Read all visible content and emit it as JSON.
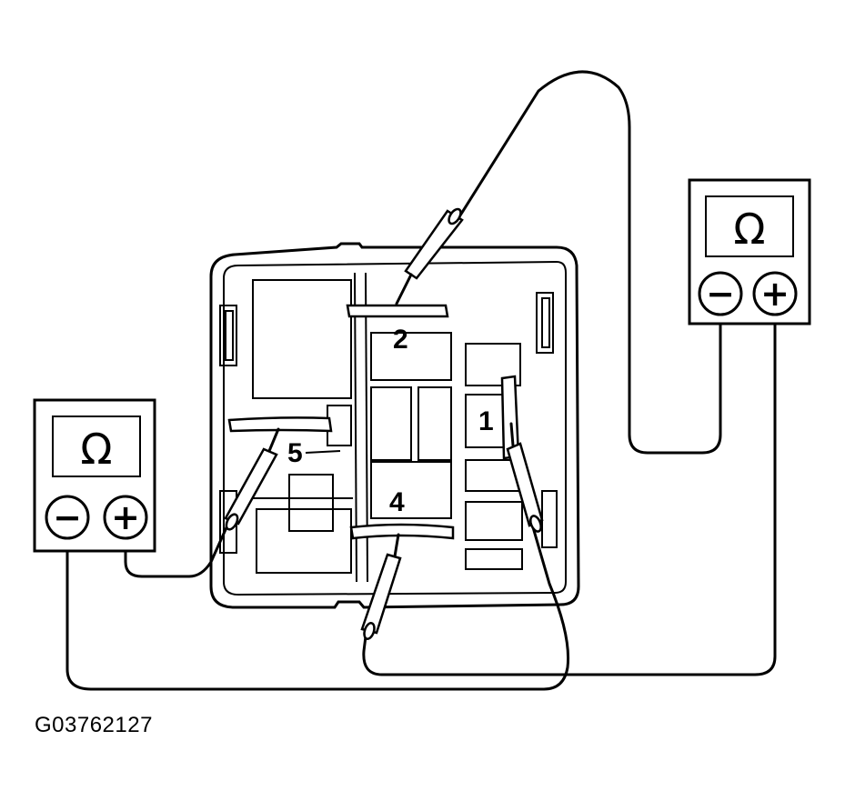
{
  "terminals": {
    "t1": "1",
    "t2": "2",
    "t4": "4",
    "t5": "5"
  },
  "meters": {
    "left": {
      "symbol": "Ω",
      "neg": "−",
      "pos": "+"
    },
    "right": {
      "symbol": "Ω",
      "neg": "−",
      "pos": "+"
    }
  },
  "figure_code": "G03762127"
}
